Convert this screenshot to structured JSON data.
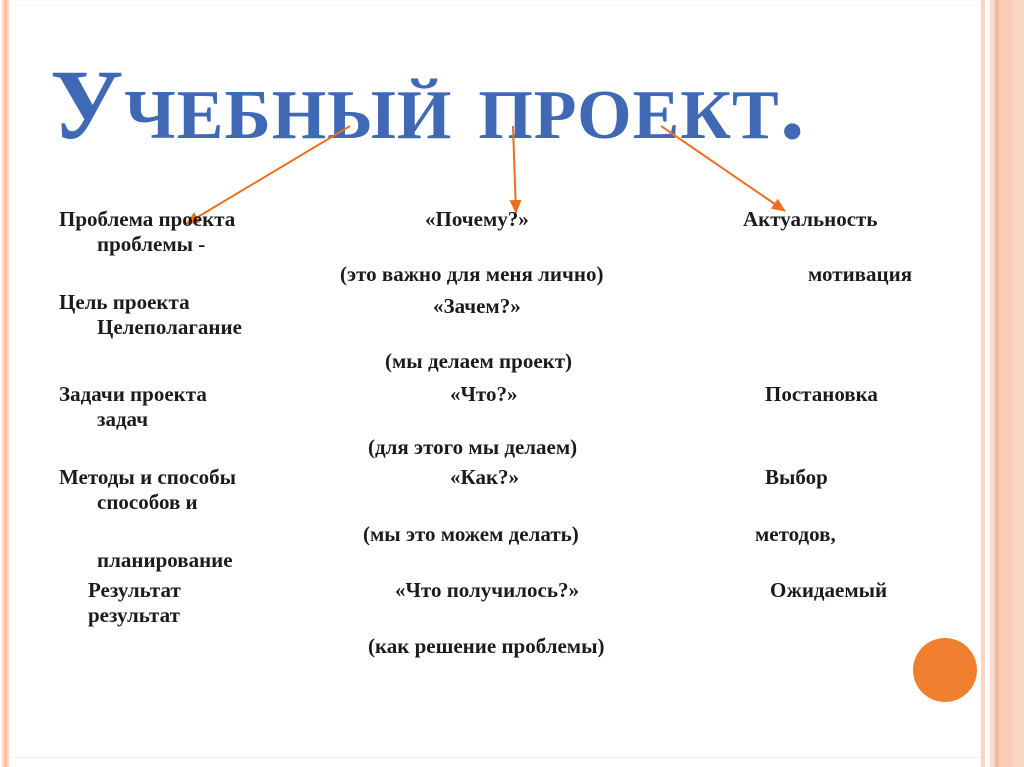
{
  "title": "Учебный проект.",
  "left_column": [
    "Проблема проекта",
    "проблемы -",
    "Цель проекта",
    "Целеполагание",
    "Задачи проекта",
    "задач",
    "Методы и способы",
    "способов и",
    "планирование",
    "Результат",
    "результат"
  ],
  "middle_column": [
    "«Почему?»",
    "(это важно для меня лично)",
    "«Зачем?»",
    "(мы делаем проект)",
    "«Что?»",
    "(для этого мы делаем)",
    "«Как?»",
    "(мы это можем делать)",
    "«Что получилось?»",
    "(как решение проблемы)"
  ],
  "right_column": [
    "Актуальность",
    "мотивация",
    "Постановка",
    "Выбор",
    "методов,",
    "Ожидаемый"
  ],
  "colors": {
    "title": "#3F68B5",
    "text": "#1B1B1B",
    "arrow": "#ED6E1E",
    "circle": "#F0802F"
  }
}
